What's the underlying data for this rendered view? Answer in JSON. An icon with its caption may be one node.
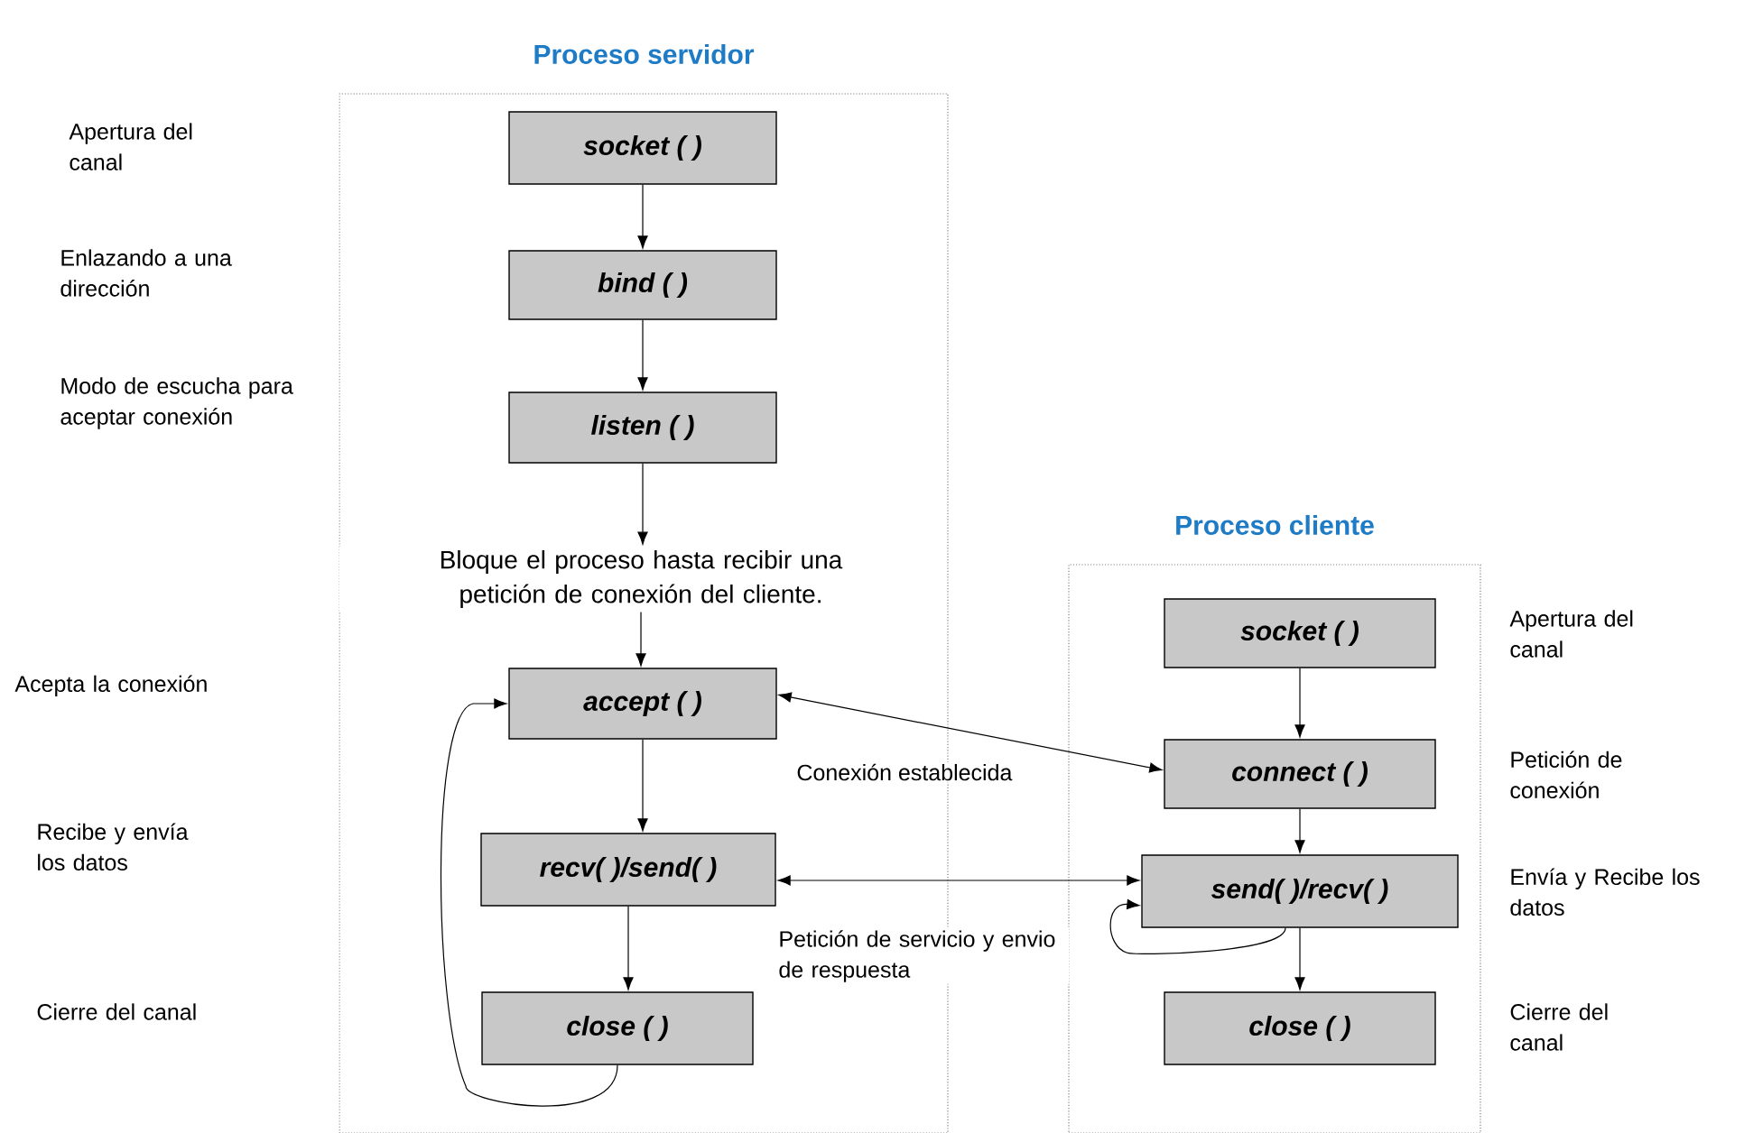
{
  "diagram": {
    "nodes": [
      {
        "text": [
          "Proceso servidor"
        ]
      },
      {
        "text": [
          "socket ( )"
        ],
        "in": 0
      },
      {
        "text": [
          "bind ( )"
        ],
        "in": 0
      },
      {
        "text": [
          "listen ( )"
        ],
        "in": 0
      },
      {
        "text": [
          "Bloque el proceso hasta recibir una petición de conexión del cliente."
        ],
        "in": 0
      },
      {
        "text": [
          "accept ( )"
        ],
        "in": 0
      },
      {
        "text": [
          "recv( )/send( )"
        ],
        "in": 0
      },
      {
        "text": [
          "close ( )"
        ],
        "in": 0
      },
      {
        "text": [
          "Proceso cliente"
        ]
      },
      {
        "text": [
          "socket ( )"
        ],
        "in": 8
      },
      {
        "text": [
          "connect ( )"
        ],
        "in": 8
      },
      {
        "text": [
          "send( )/recv( )"
        ],
        "in": 8
      },
      {
        "text": [
          "close ( )"
        ],
        "in": 8
      }
    ],
    "edges": [
      {
        "from": 1,
        "to": 2,
        "arrow": "to"
      },
      {
        "from": 2,
        "to": 3,
        "arrow": "to"
      },
      {
        "from": 3,
        "to": 4,
        "arrow": "to"
      },
      {
        "from": 4,
        "to": 5,
        "arrow": "to"
      },
      {
        "from": 5,
        "to": 6,
        "arrow": "to"
      },
      {
        "from": 6,
        "to": 7,
        "arrow": "to"
      },
      {
        "from": 7,
        "to": 5,
        "arrow": "to"
      },
      {
        "from": 9,
        "to": 10,
        "arrow": "to"
      },
      {
        "from": 10,
        "to": 11,
        "arrow": "to"
      },
      {
        "from": 11,
        "to": 12,
        "arrow": "to"
      },
      {
        "from": 11,
        "to": 11,
        "arrow": "to"
      },
      {
        "from": 10,
        "to": 5,
        "arrow": "both",
        "label": "Conexión establecida"
      },
      {
        "from": 6,
        "to": 11,
        "arrow": "both",
        "label": "Petición de servicio y envio de respuesta"
      }
    ],
    "labels": [
      "Apertura del canal",
      "Enlazando a una dirección",
      "Modo de escucha para aceptar conexión",
      "Apertura del canal",
      "Acepta la conexión",
      "Petición de conexión",
      "Recibe y envía los datos",
      "Envía y Recibe los datos",
      "Cierre del canal",
      "Cierre del canal"
    ]
  }
}
